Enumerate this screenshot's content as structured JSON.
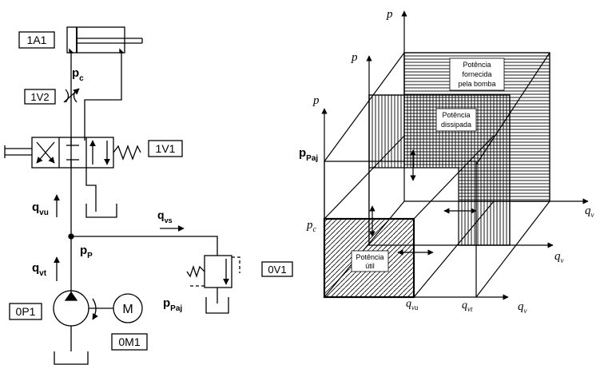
{
  "hydraulic_circuit": {
    "component_tags": {
      "cylinder": "1A1",
      "flow_valve": "1V2",
      "directional_valve": "1V1",
      "relief_valve": "0V1",
      "pump": "0P1",
      "motor_tag": "0M1"
    },
    "motor_symbol": "M",
    "labels": {
      "pc": {
        "main": "p",
        "sub": "c"
      },
      "pp": {
        "main": "p",
        "sub": "P"
      },
      "ppaj": {
        "main": "p",
        "sub": "Paj"
      },
      "qvu": {
        "main": "q",
        "sub": "vu"
      },
      "qvt": {
        "main": "q",
        "sub": "vt"
      },
      "qvs": {
        "main": "q",
        "sub": "vs"
      }
    }
  },
  "power_diagram": {
    "axis_labels": {
      "p_front": "p",
      "p_mid": "p",
      "p_back": "p",
      "qv_front": "q",
      "qv_mid": "q",
      "qv_back": "q",
      "qv_sub": "v"
    },
    "level_labels": {
      "ppaj": {
        "main": "p",
        "sub": "Paj"
      },
      "pc": {
        "main": "p",
        "sub": "c"
      },
      "qvu": {
        "main": "q",
        "sub": "vu"
      },
      "qvt": {
        "main": "q",
        "sub": "vt"
      }
    },
    "boxes": {
      "bomba": [
        "Potência",
        "fornecida",
        "pela bomba"
      ],
      "dissipada": [
        "Potência",
        "dissipada"
      ],
      "util": [
        "Potência",
        "útil"
      ]
    }
  }
}
